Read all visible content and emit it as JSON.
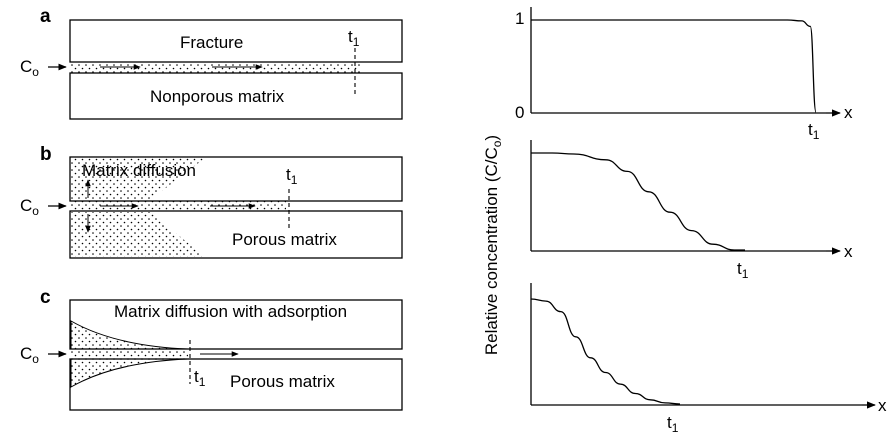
{
  "panels": {
    "a": {
      "letter": "a",
      "inlet": "C",
      "inlet_sub": "o",
      "top_label": "Fracture",
      "bottom_label": "Nonporous matrix",
      "time_mark": "t",
      "time_sub": "1"
    },
    "b": {
      "letter": "b",
      "inlet": "C",
      "inlet_sub": "o",
      "top_label": "Matrix diffusion",
      "bottom_label": "Porous matrix",
      "time_mark": "t",
      "time_sub": "1"
    },
    "c": {
      "letter": "c",
      "inlet": "C",
      "inlet_sub": "o",
      "top_label": "Matrix diffusion with adsorption",
      "bottom_label": "Porous matrix",
      "time_mark": "t",
      "time_sub": "1"
    }
  },
  "plots": {
    "y_axis_label": "Relative concentration (C/C",
    "y_axis_label_sub": "o",
    "y_axis_label_end": ")",
    "y_tick_top": "1",
    "y_tick_bottom": "0",
    "x_label": "x",
    "t_label": "t",
    "t_sub": "1"
  },
  "chart_data": [
    {
      "type": "line",
      "panel": "a",
      "description_shape": "step front (plug flow)",
      "x": [
        0.0,
        0.5,
        0.9,
        0.95,
        0.98,
        1.0
      ],
      "y": [
        1.0,
        1.0,
        1.0,
        0.99,
        0.93,
        0.0
      ],
      "x_tick_labels": [
        "t1"
      ],
      "y_tick_labels": [
        "1",
        "0"
      ],
      "xlabel": "x",
      "ylim": [
        0,
        1
      ]
    },
    {
      "type": "line",
      "panel": "b",
      "x": [
        0.0,
        0.1,
        0.2,
        0.35,
        0.45,
        0.55,
        0.65,
        0.75,
        0.85,
        0.95,
        1.0
      ],
      "y": [
        1.0,
        1.0,
        0.99,
        0.93,
        0.81,
        0.6,
        0.39,
        0.2,
        0.06,
        0.0,
        0.0
      ],
      "x_tick_labels": [
        "t1"
      ],
      "xlabel": "x",
      "ylim": [
        0,
        1
      ]
    },
    {
      "type": "line",
      "panel": "c",
      "x": [
        0.0,
        0.1,
        0.2,
        0.3,
        0.4,
        0.5,
        0.6,
        0.7,
        0.8,
        0.9,
        1.0
      ],
      "y": [
        1.0,
        0.98,
        0.88,
        0.64,
        0.44,
        0.3,
        0.19,
        0.1,
        0.04,
        0.01,
        0.0
      ],
      "x_tick_labels": [
        "t1"
      ],
      "xlabel": "x",
      "ylim": [
        0,
        1
      ]
    }
  ]
}
